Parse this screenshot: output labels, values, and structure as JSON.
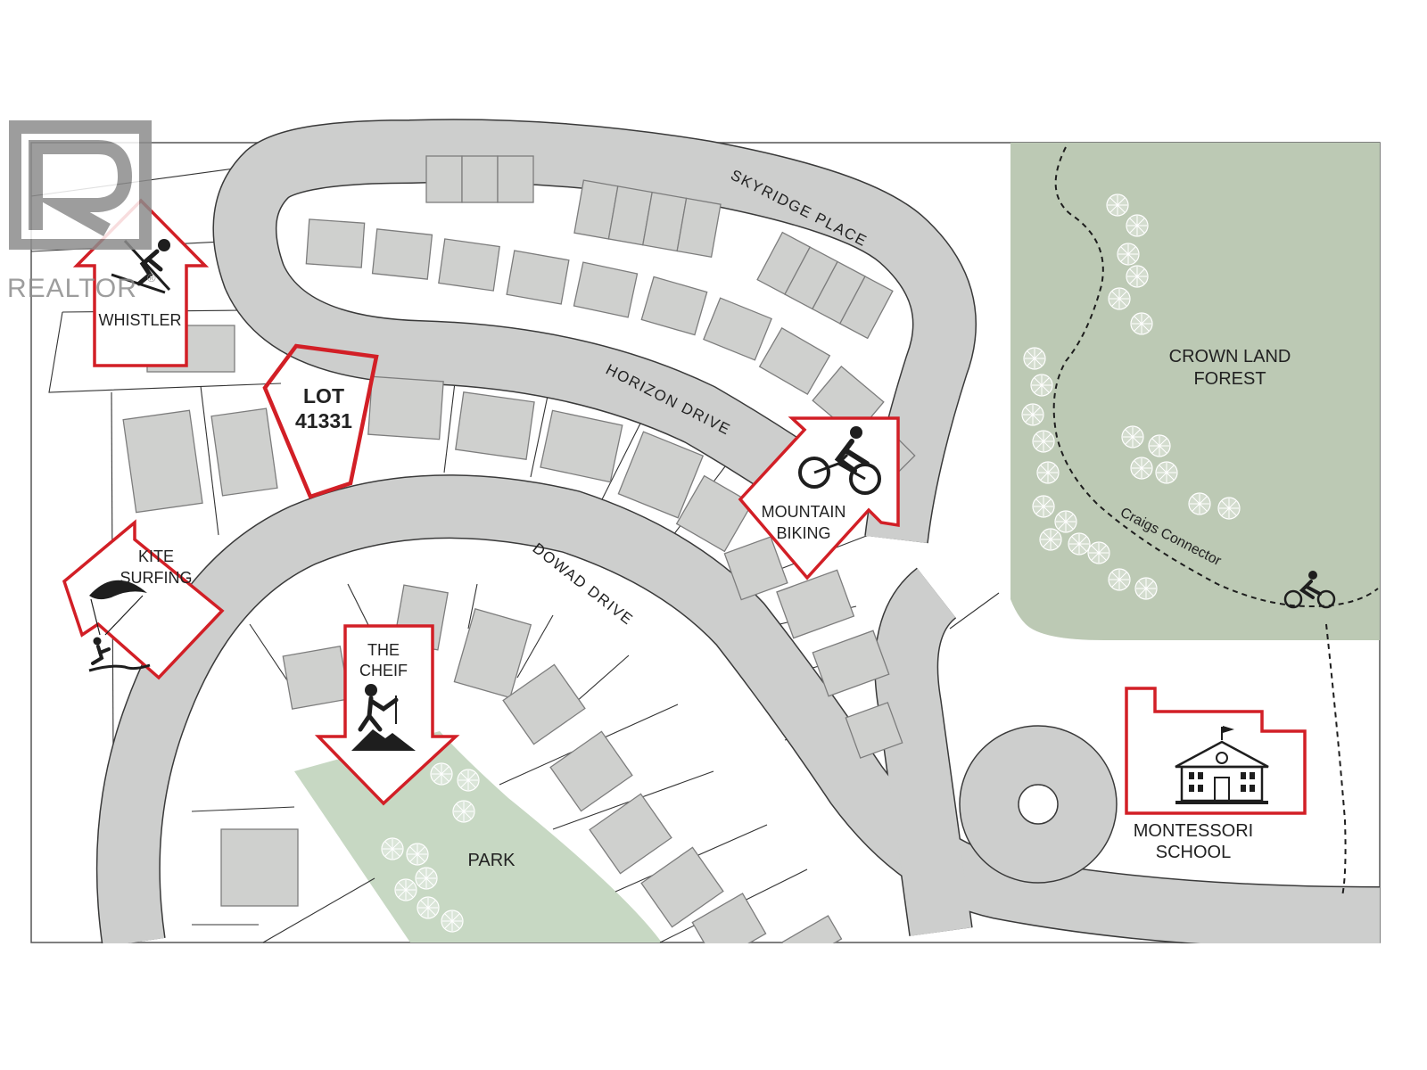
{
  "watermark": {
    "text": "REALTOR",
    "symbol": "®"
  },
  "streets": {
    "skyridge": "SKYRIDGE PLACE",
    "horizon": "HORIZON DRIVE",
    "dowad": "DOWAD DRIVE"
  },
  "lot": {
    "line1": "LOT",
    "line2": "41331",
    "outline_color": "#d21f26"
  },
  "areas": {
    "crown_land": {
      "line1": "CROWN LAND",
      "line2": "FOREST"
    },
    "park": "PARK",
    "school": {
      "line1": "MONTESSORI",
      "line2": "SCHOOL"
    }
  },
  "trail": {
    "name": "Craigs Connector"
  },
  "pointers": {
    "whistler": {
      "label": "WHISTLER",
      "icon": "skier-icon"
    },
    "kite": {
      "line1": "KITE",
      "line2": "SURFING",
      "icon": "kitesurfer-icon"
    },
    "chief": {
      "line1": "THE",
      "line2": "CHEIF",
      "icon": "hiker-icon"
    },
    "biking": {
      "line1": "MOUNTAIN",
      "line2": "BIKING",
      "icon": "mountain-biker-icon"
    }
  },
  "icons": {
    "school": "school-building-icon",
    "trail_biker": "cyclist-icon"
  },
  "colors": {
    "accent": "#d21f26",
    "forest": "#bcc9b4",
    "park": "#c7d8c3",
    "road": "#cdcecd",
    "house": "#cfd0ce"
  }
}
